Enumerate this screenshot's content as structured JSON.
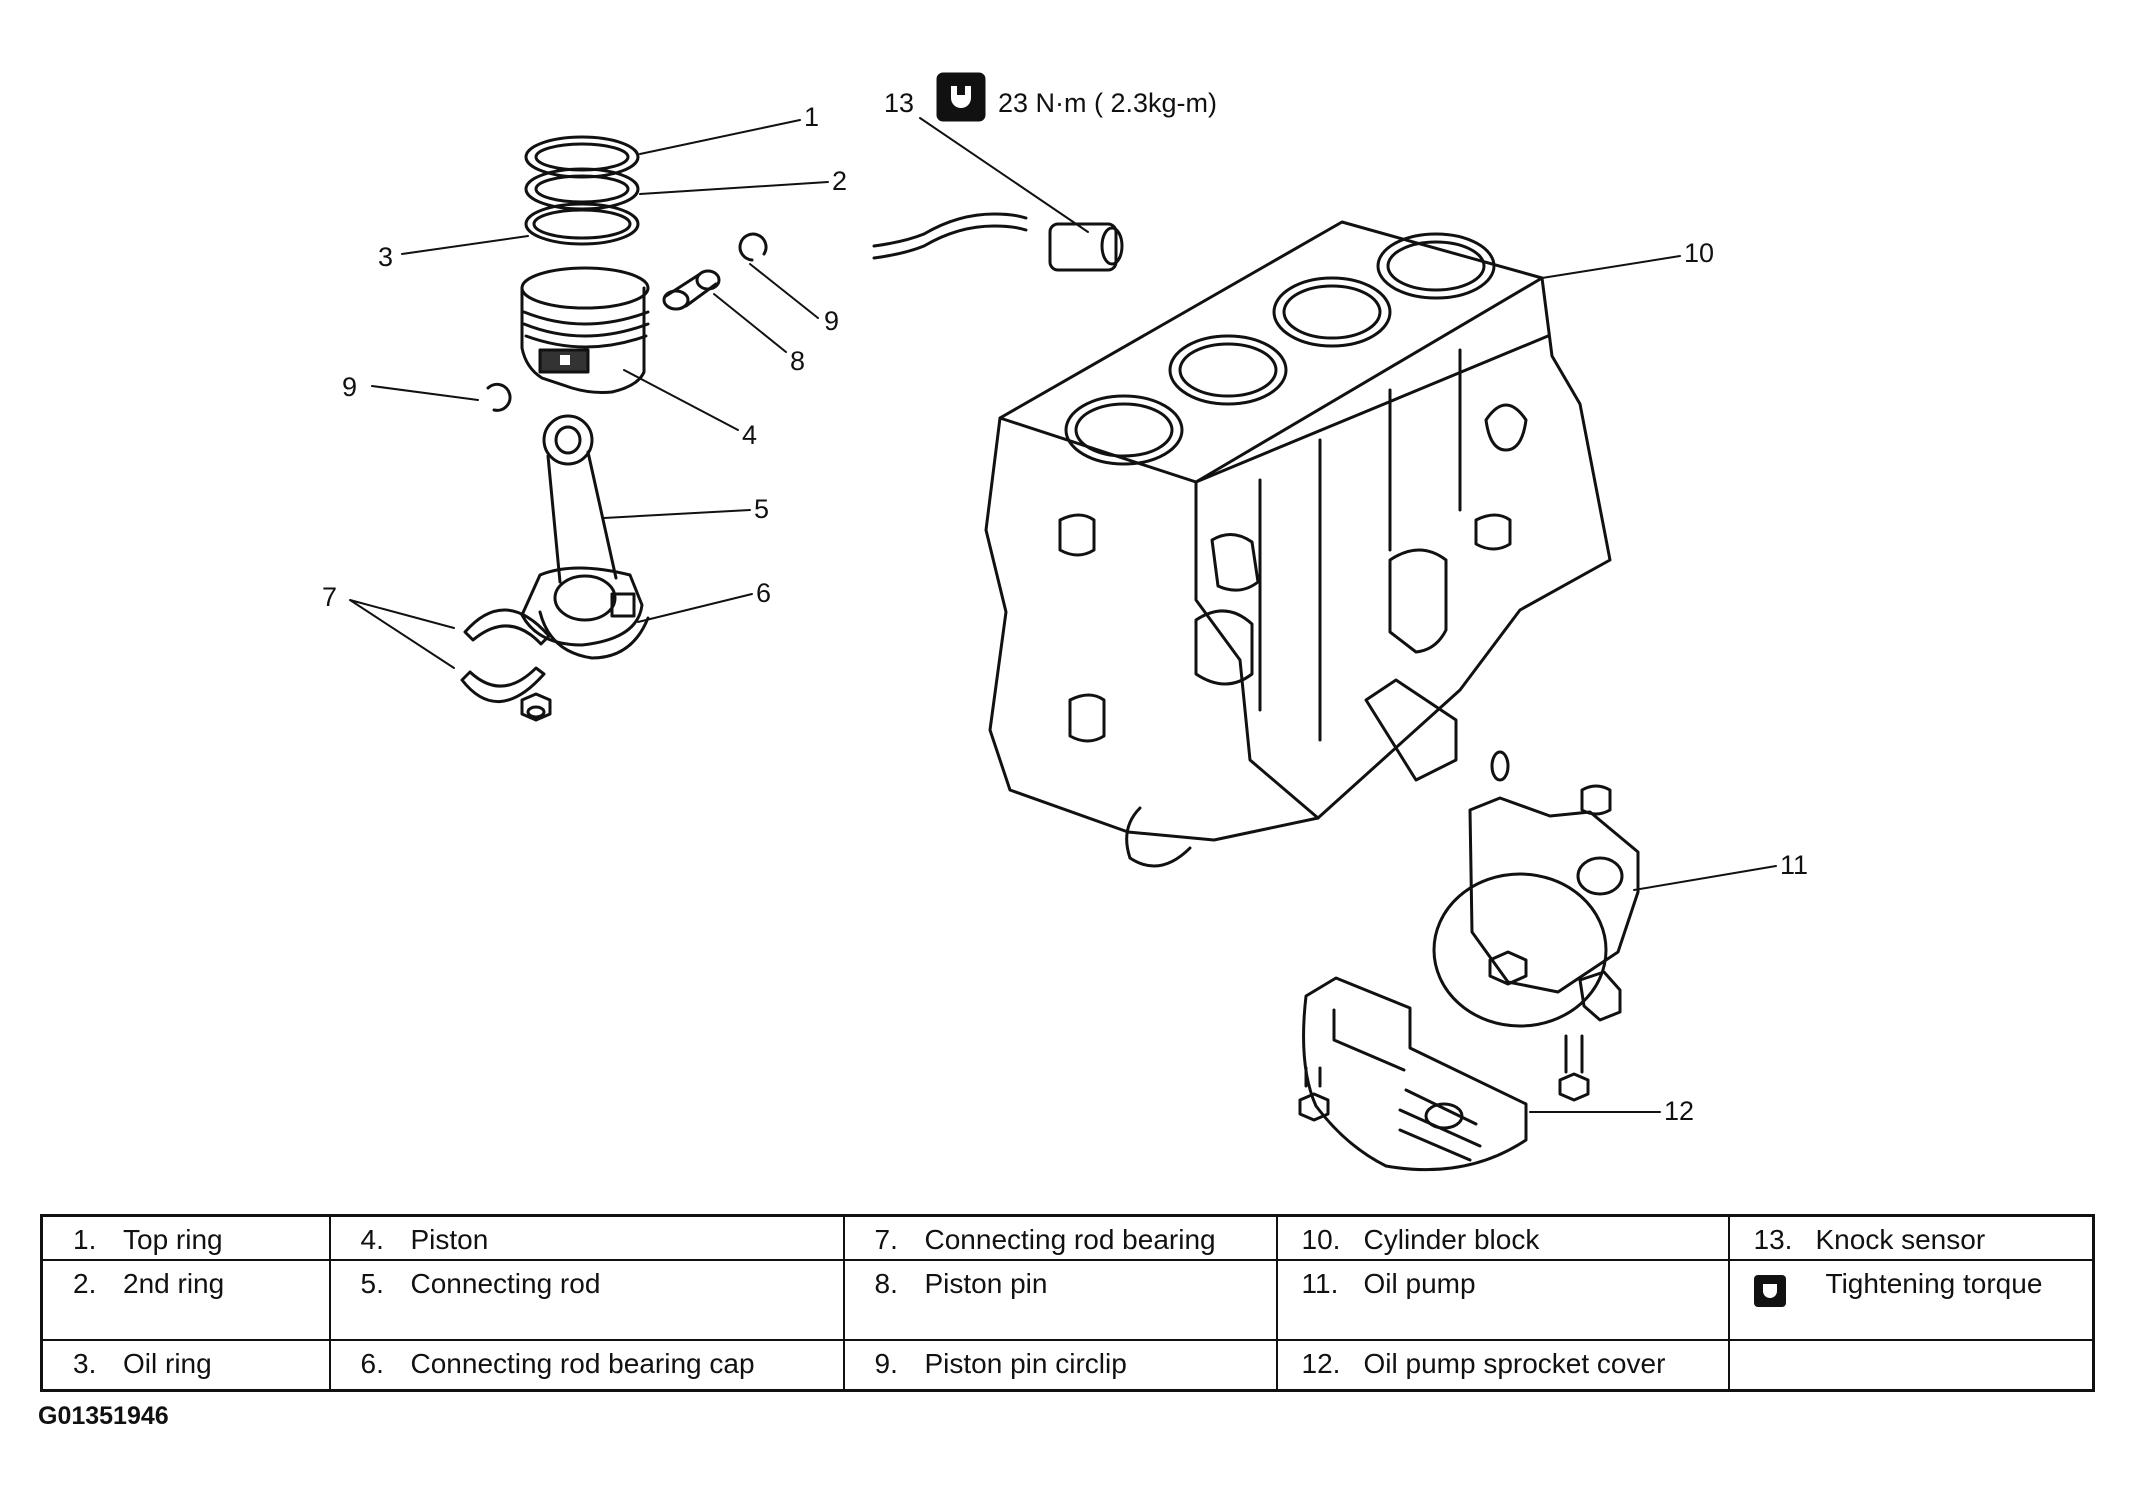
{
  "torque_spec": "23 N·m ( 2.3kg-m)",
  "callouts": {
    "c1": "1",
    "c2": "2",
    "c3": "3",
    "c4": "4",
    "c5": "5",
    "c6": "6",
    "c7": "7",
    "c8": "8",
    "c9a": "9",
    "c9b": "9",
    "c10": "10",
    "c11": "11",
    "c12": "12",
    "c13": "13"
  },
  "legend": [
    [
      {
        "num": "1.",
        "label": "Top ring"
      },
      {
        "num": "4.",
        "label": "Piston"
      },
      {
        "num": "7.",
        "label": "Connecting rod bearing"
      },
      {
        "num": "10.",
        "label": "Cylinder block"
      },
      {
        "num": "13.",
        "label": "Knock sensor"
      }
    ],
    [
      {
        "num": "2.",
        "label": "2nd ring"
      },
      {
        "num": "5.",
        "label": "Connecting rod"
      },
      {
        "num": "8.",
        "label": "Piston pin"
      },
      {
        "num": "11.",
        "label": "Oil pump"
      },
      {
        "num": "",
        "label": "Tightening torque",
        "icon": "torque-wrench-icon"
      }
    ],
    [
      {
        "num": "3.",
        "label": "Oil ring"
      },
      {
        "num": "6.",
        "label": "Connecting rod bearing cap"
      },
      {
        "num": "9.",
        "label": "Piston pin circlip"
      },
      {
        "num": "12.",
        "label": "Oil pump sprocket cover"
      },
      {
        "num": "",
        "label": ""
      }
    ]
  ],
  "figure_id": "G01351946"
}
